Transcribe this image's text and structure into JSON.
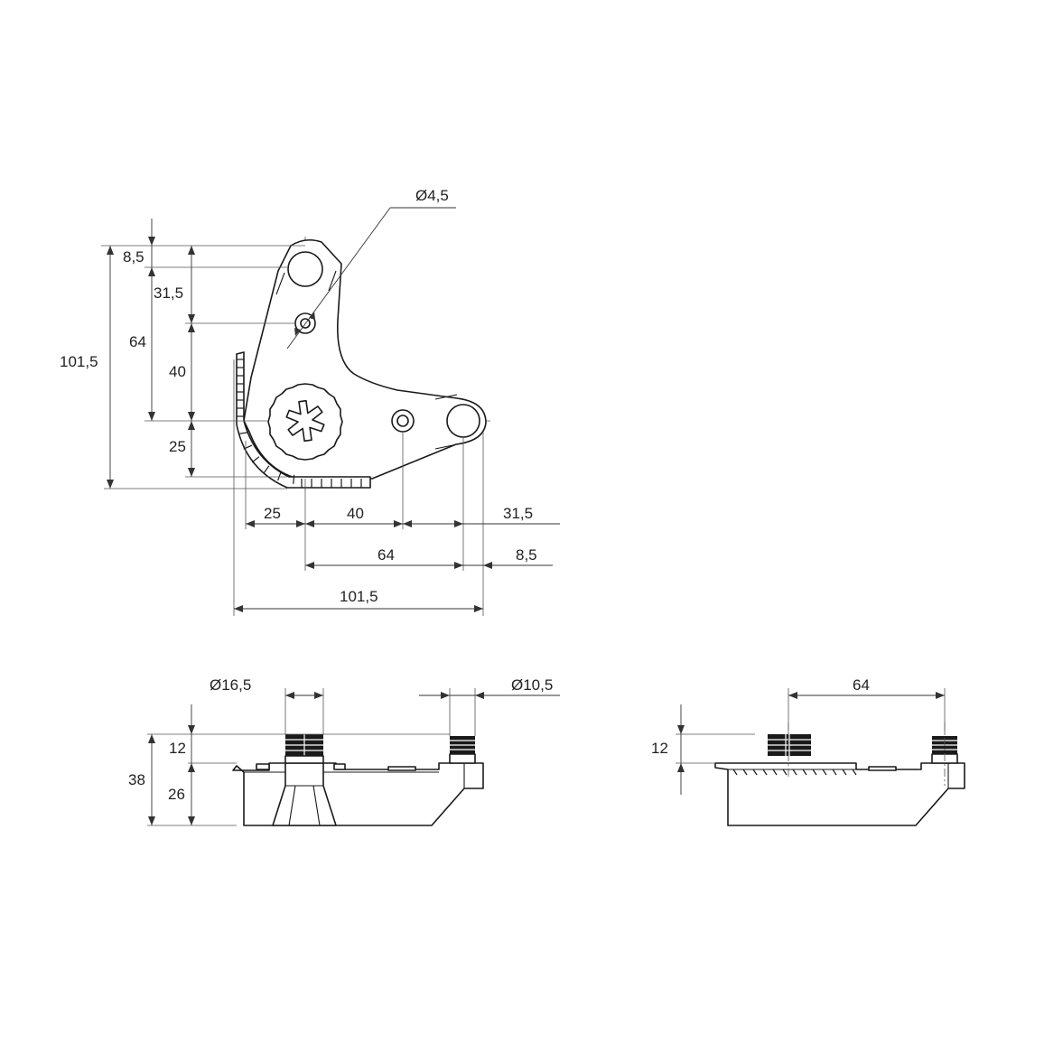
{
  "top_view": {
    "diameter_label": "Ø4,5",
    "horizontal": [
      "25",
      "40",
      "31,5",
      "64",
      "8,5",
      "101,5"
    ],
    "vertical": [
      "8,5",
      "31,5",
      "64",
      "40",
      "101,5",
      "25"
    ]
  },
  "front_view": {
    "left_diameter": "Ø16,5",
    "right_diameter": "Ø10,5",
    "heights": [
      "12",
      "38",
      "26"
    ]
  },
  "side_view": {
    "width": "64",
    "height": "12"
  }
}
